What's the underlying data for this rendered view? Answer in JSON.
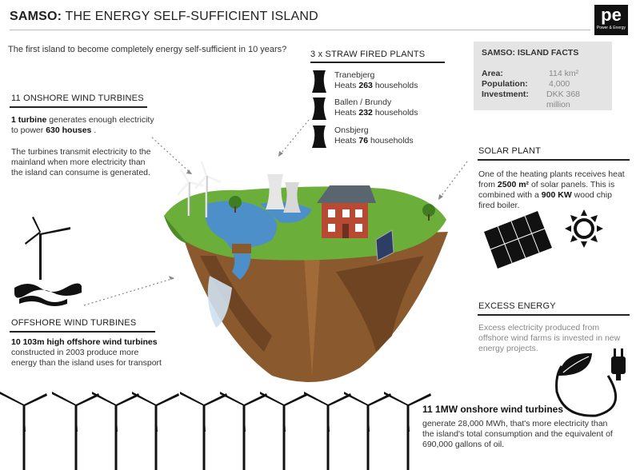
{
  "header": {
    "title_bold": "SAMSO:",
    "title_rest": " THE ENERGY SELF-SUFFICIENT ISLAND",
    "logo_text": "pe",
    "logo_sub": "Power & Energy"
  },
  "intro": "The first island to become completely energy self-sufficient in 10 years?",
  "straw": {
    "heading": "3 x STRAW FIRED PLANTS",
    "plants": [
      {
        "name": "Tranebjerg",
        "heats_label": "Heats",
        "count": "263",
        "unit": "households"
      },
      {
        "name": "Ballen / Brundy",
        "heats_label": "Heats",
        "count": "232",
        "unit": "households"
      },
      {
        "name": "Onsbjerg",
        "heats_label": "Heats",
        "count": "76",
        "unit": "households"
      }
    ]
  },
  "facts": {
    "heading": "SAMSO: ISLAND FACTS",
    "rows": [
      {
        "label": "Area:",
        "value": "114 km²"
      },
      {
        "label": "Population:",
        "value": "4,000"
      },
      {
        "label": "Investment:",
        "value": "DKK 368 million"
      }
    ]
  },
  "onshore": {
    "heading": "11 ONSHORE WIND TURBINES",
    "p1_bold": "1 turbine",
    "p1_rest": " generates enough electricity to power ",
    "p1_bold2": "630 houses",
    "p1_end": " .",
    "p2": "The turbines transmit electricity to the mainland when more electricity than the island can consume is generated."
  },
  "solar": {
    "heading": "SOLAR PLANT",
    "t1": "One of the heating plants receives heat from ",
    "b1": "2500 m²",
    "t2": " of solar panels. This is combined with a ",
    "b2": "900 KW",
    "t3": " wood chip fired boiler."
  },
  "offshore": {
    "heading": "OFFSHORE WIND TURBINES",
    "bold": "10 103m high offshore wind turbines",
    "rest": " constructed in 2003 produce more energy than the island uses for transport"
  },
  "excess": {
    "heading": "EXCESS ENERGY",
    "text": "Excess electricity produced from offshore wind farms is invested in new energy projects."
  },
  "bottom": {
    "bold": "11 1MW onshore wind turbines",
    "text": "generate 28,000 MWh, that's more electricity than the island's total consumption and the equivalent of 690,000 gallons of oil."
  },
  "colors": {
    "grass": "#6cae3a",
    "water": "#4d8fc9",
    "rock": "#8a5a2e",
    "facts_bg": "#e4e4e4"
  }
}
